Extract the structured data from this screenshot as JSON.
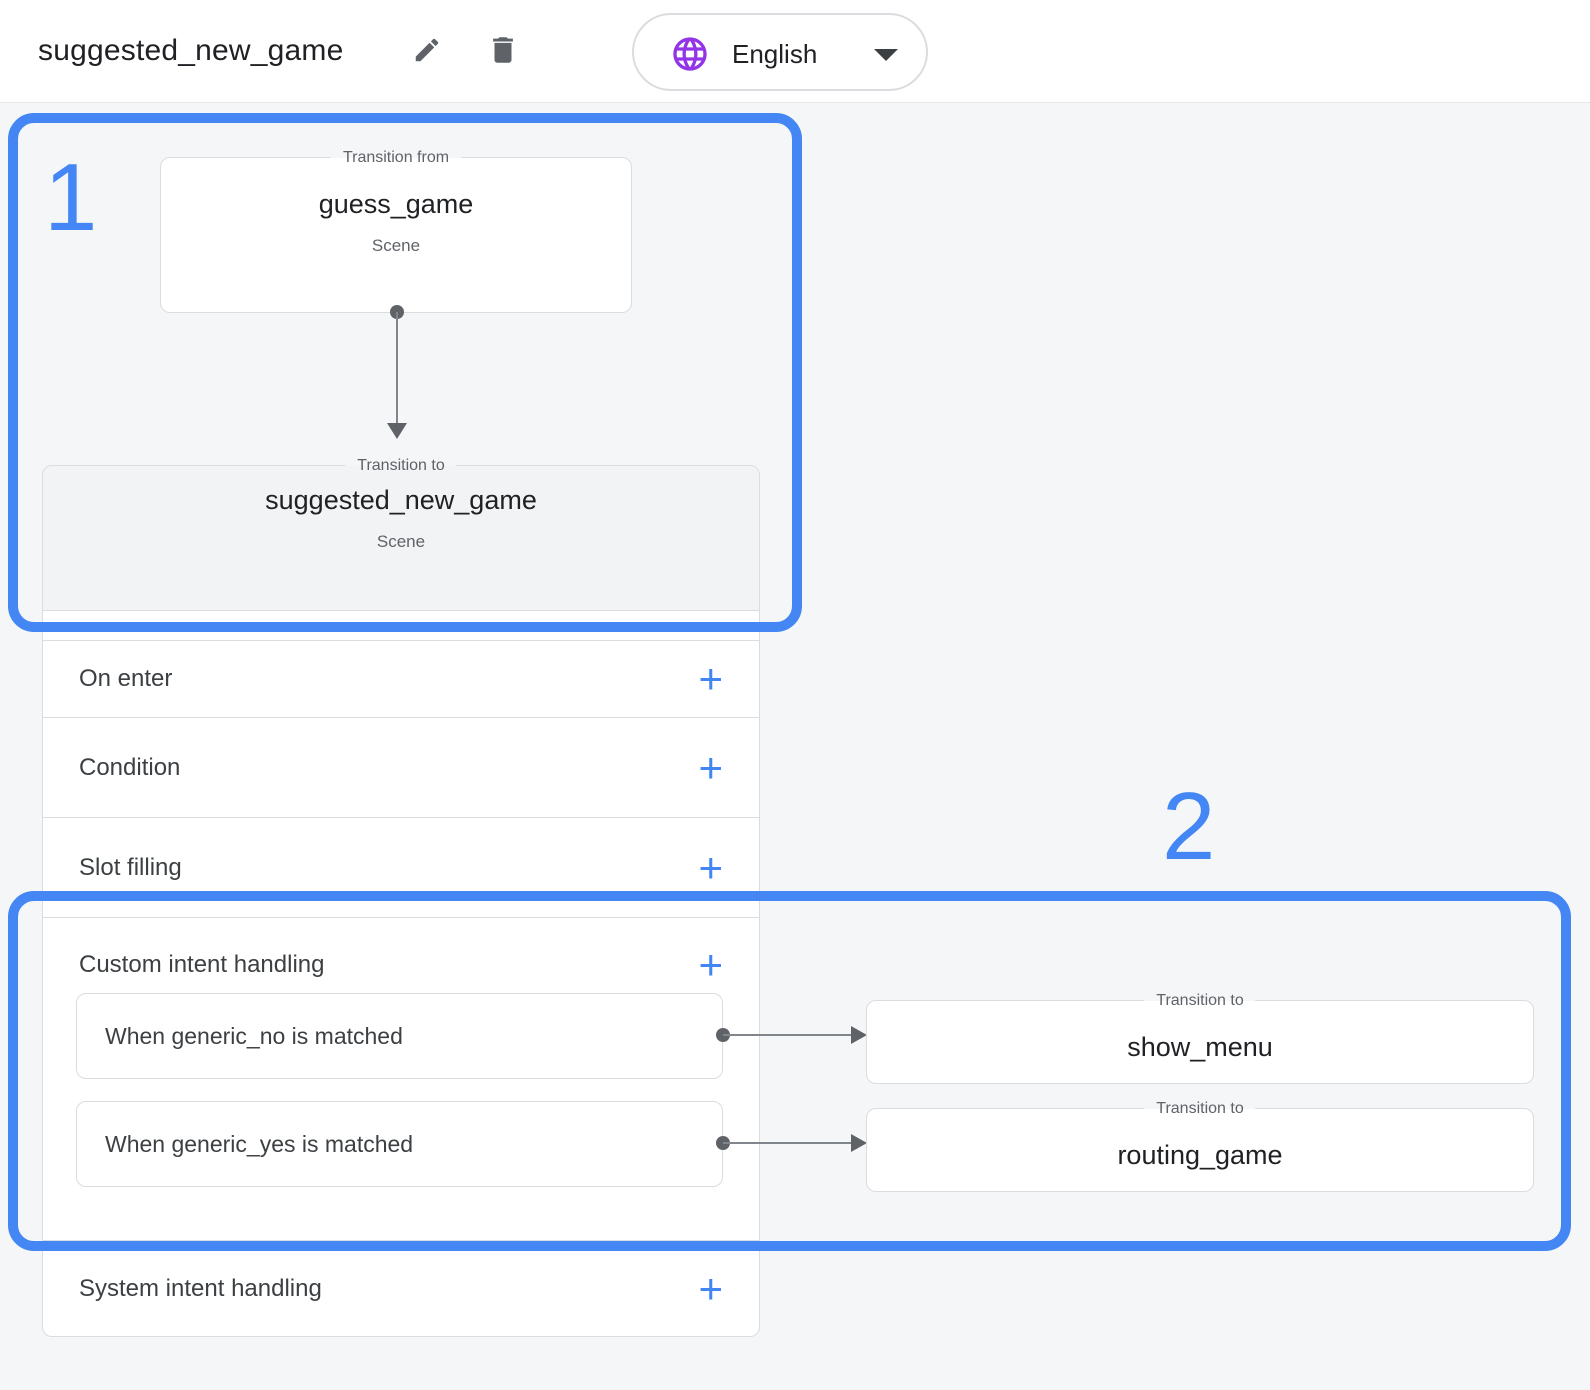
{
  "header": {
    "title": "suggested_new_game",
    "language_selector": {
      "label": "English"
    }
  },
  "flow": {
    "from_scene": {
      "legend": "Transition from",
      "name": "guess_game",
      "type_label": "Scene"
    },
    "to_scene": {
      "legend": "Transition to",
      "name": "suggested_new_game",
      "type_label": "Scene"
    }
  },
  "scene_sections": {
    "add_symbol": "+",
    "on_enter": "On enter",
    "condition": "Condition",
    "slot_filling": "Slot filling",
    "custom_intent_handling": "Custom intent handling",
    "system_intent_handling": "System intent handling"
  },
  "custom_intents": [
    {
      "label": "When generic_no is matched",
      "transition": {
        "legend": "Transition to",
        "target": "show_menu"
      }
    },
    {
      "label": "When generic_yes is matched",
      "transition": {
        "legend": "Transition to",
        "target": "routing_game"
      }
    }
  ],
  "annotations": {
    "step1": "1",
    "step2": "2"
  },
  "colors": {
    "annotation_blue": "#4486f4",
    "accent_blue": "#4285f4",
    "globe_purple": "#9334e6",
    "page_background": "#f4f6f8",
    "panel_header_gray": "#f1f3f4",
    "border_gray": "#dadce0",
    "text_primary": "#202124",
    "text_secondary": "#5f6368",
    "connector_gray": "#5f6368"
  }
}
